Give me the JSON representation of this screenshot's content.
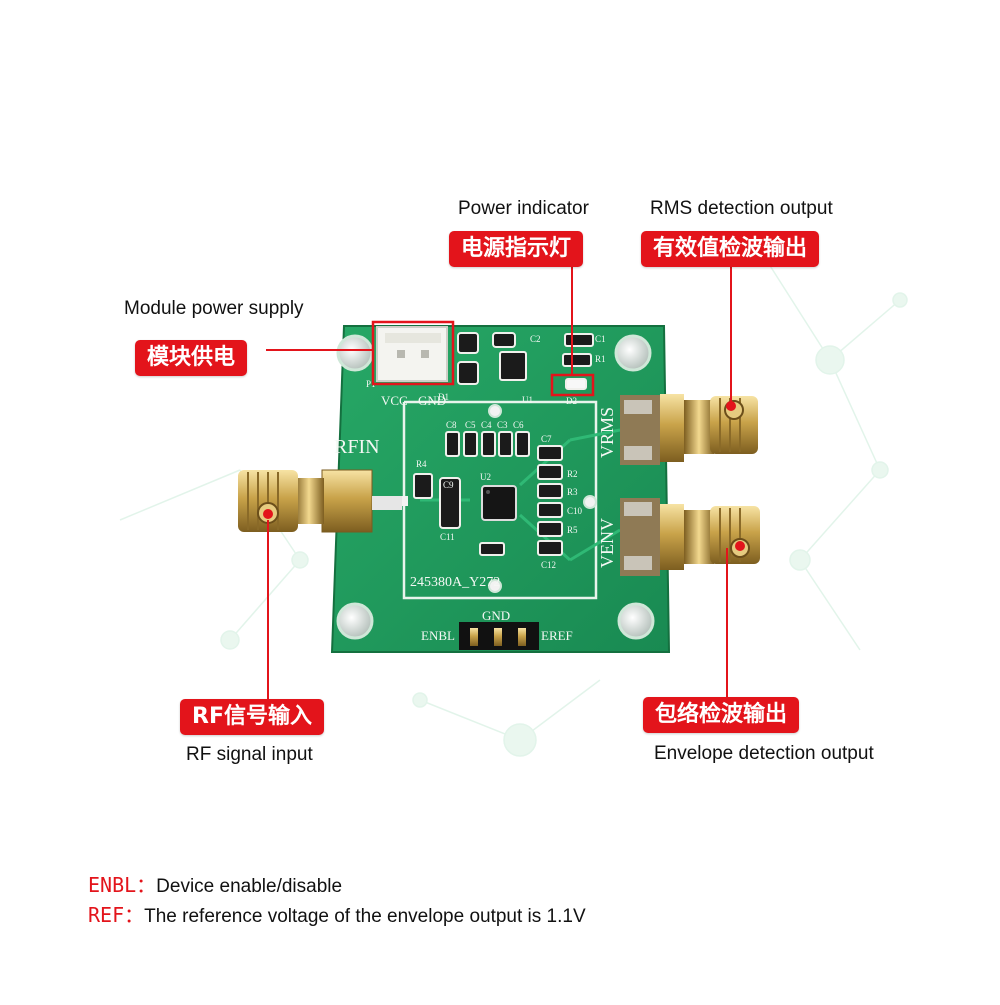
{
  "labels": {
    "power_indicator": {
      "zh": "电源指示灯",
      "en": "Power indicator"
    },
    "rms_output": {
      "zh": "有效值检波输出",
      "en": "RMS detection output"
    },
    "module_power": {
      "zh": "模块供电",
      "en": "Module power supply"
    },
    "rf_input": {
      "zh": "RF信号输入",
      "en": "RF signal input"
    },
    "envelope_output": {
      "zh": "包络检波输出",
      "en": "Envelope detection output"
    }
  },
  "board": {
    "silkscreen": {
      "rfin": "RFIN",
      "vrms": "VRMS",
      "venv": "VENV",
      "vcc": "VCC",
      "gnd_top": "GND",
      "gnd_bottom": "GND",
      "enbl": "ENBL",
      "eref": "EREF",
      "part_no": "245380A_Y272",
      "p1": "P1",
      "d1": "D1",
      "d2": "D2",
      "u1": "U1",
      "u2": "U2",
      "r1": "R1",
      "r2": "R2",
      "r3": "R3",
      "r4": "R4",
      "r5": "R5",
      "c1": "C1",
      "c2": "C2",
      "c3": "C3",
      "c4": "C4",
      "c5": "C5",
      "c6": "C6",
      "c7": "C7",
      "c8": "C8",
      "c9": "C9",
      "c10": "C10",
      "c11": "C11",
      "c12": "C12"
    }
  },
  "notes": [
    {
      "key": "ENBL：",
      "text": "Device enable/disable"
    },
    {
      "key": "REF：",
      "text": "The reference voltage of the envelope output is 1.1V"
    }
  ],
  "colors": {
    "callout_red": "#e3141b",
    "pcb_green": "#1f9a5c",
    "gold": "#c9a34a"
  }
}
